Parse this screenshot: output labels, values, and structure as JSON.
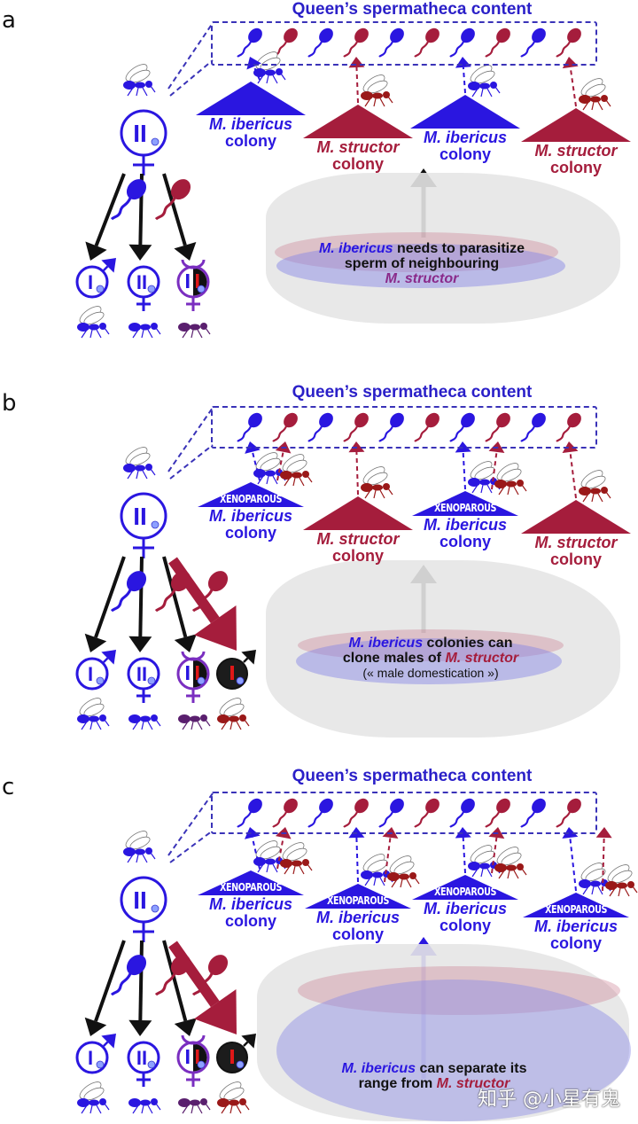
{
  "colors": {
    "ibericus_blue": "#2a16e0",
    "structor_red": "#a51d3c",
    "hybrid_purple": "#7a2ec0",
    "arrow_black": "#111111",
    "map_gray": "#e6e6e6"
  },
  "panels": [
    {
      "letter": "a",
      "spermatheca_title": "Queen’s spermatheca content",
      "sperm_sequence": [
        "blue",
        "red",
        "blue",
        "red",
        "blue",
        "red",
        "blue",
        "red",
        "blue",
        "red"
      ],
      "colonies": [
        {
          "species": "M. ibericus",
          "label": "colony",
          "color": "blue",
          "xenoparous": false
        },
        {
          "species": "M. structor",
          "label": "colony",
          "color": "red",
          "xenoparous": false
        },
        {
          "species": "M. ibericus",
          "label": "colony",
          "color": "blue",
          "xenoparous": false
        },
        {
          "species": "M. structor",
          "label": "colony",
          "color": "red",
          "xenoparous": false
        }
      ],
      "caption": {
        "part1_italic": "M. ibericus",
        "part2": " needs to parasitize",
        "line2": "sperm of neighbouring",
        "line3_italic": "M. structor"
      },
      "offspring": [
        {
          "sex": "male",
          "ploidy": "I",
          "color": "blue"
        },
        {
          "sex": "female",
          "ploidy": "II",
          "color": "blue"
        },
        {
          "sex": "hybrid-female",
          "ploidy": "I I",
          "color": "purple"
        }
      ]
    },
    {
      "letter": "b",
      "spermatheca_title": "Queen’s spermatheca content",
      "sperm_sequence": [
        "blue",
        "red",
        "blue",
        "red",
        "blue",
        "red",
        "blue",
        "red",
        "blue",
        "red"
      ],
      "colonies": [
        {
          "species": "M. ibericus",
          "label": "colony",
          "color": "blue",
          "xenoparous": true,
          "tag": "XENOPAROUS"
        },
        {
          "species": "M. structor",
          "label": "colony",
          "color": "red",
          "xenoparous": false
        },
        {
          "species": "M. ibericus",
          "label": "colony",
          "color": "blue",
          "xenoparous": true,
          "tag": "XENOPAROUS"
        },
        {
          "species": "M. structor",
          "label": "colony",
          "color": "red",
          "xenoparous": false
        }
      ],
      "caption": {
        "part1_italic": "M. ibericus",
        "part2": " colonies can",
        "line2": "clone males of ",
        "line2_italic": "M. structor",
        "line3": "(« male domestication »)"
      },
      "offspring": [
        {
          "sex": "male",
          "ploidy": "I",
          "color": "blue"
        },
        {
          "sex": "female",
          "ploidy": "II",
          "color": "blue"
        },
        {
          "sex": "hybrid-female",
          "ploidy": "I I",
          "color": "purple"
        },
        {
          "sex": "clone-male",
          "ploidy": "I",
          "color": "black"
        }
      ]
    },
    {
      "letter": "c",
      "spermatheca_title": "Queen’s spermatheca content",
      "sperm_sequence": [
        "blue",
        "red",
        "blue",
        "red",
        "blue",
        "red",
        "blue",
        "red",
        "blue",
        "red"
      ],
      "colonies": [
        {
          "species": "M. ibericus",
          "label": "colony",
          "color": "blue",
          "xenoparous": true,
          "tag": "XENOPAROUS"
        },
        {
          "species": "M. ibericus",
          "label": "colony",
          "color": "blue",
          "xenoparous": true,
          "tag": "XENOPAROUS"
        },
        {
          "species": "M. ibericus",
          "label": "colony",
          "color": "blue",
          "xenoparous": true,
          "tag": "XENOPAROUS"
        },
        {
          "species": "M. ibericus",
          "label": "colony",
          "color": "blue",
          "xenoparous": true,
          "tag": "XENOPAROUS"
        }
      ],
      "caption": {
        "part1_italic": "M. ibericus",
        "part2": " can separate its",
        "line2": "range from ",
        "line2_italic": "M. structor"
      },
      "offspring": [
        {
          "sex": "male",
          "ploidy": "I",
          "color": "blue"
        },
        {
          "sex": "female",
          "ploidy": "II",
          "color": "blue"
        },
        {
          "sex": "hybrid-female",
          "ploidy": "I I",
          "color": "purple"
        },
        {
          "sex": "clone-male",
          "ploidy": "I",
          "color": "black"
        }
      ]
    }
  ],
  "symbols": {
    "queen_ploidy": "II",
    "male_sign": "♂",
    "female_sign": "♀"
  },
  "watermark": "知乎 @小星有鬼"
}
